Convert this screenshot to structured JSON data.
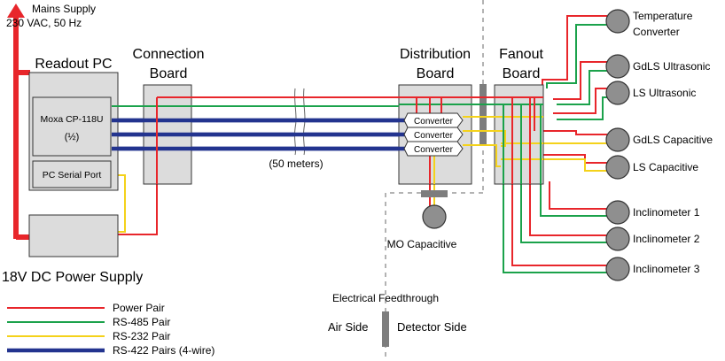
{
  "mains": {
    "line1": "Mains Supply",
    "line2": "230 VAC, 50 Hz"
  },
  "readout_pc": {
    "title": "Readout PC",
    "moxa_line1": "Moxa CP-118U",
    "moxa_line2": "(½)",
    "serial_port": "PC Serial Port"
  },
  "connection_board": {
    "line1": "Connection",
    "line2": "Board"
  },
  "cable_length": "(50 meters)",
  "distribution_board": {
    "line1": "Distribution",
    "line2": "Board"
  },
  "converters": [
    "Converter",
    "Converter",
    "Converter"
  ],
  "fanout_board": {
    "line1": "Fanout",
    "line2": "Board"
  },
  "mo_capacitive": "MO Capacitive",
  "power_supply": "18V DC Power Supply",
  "sensors": {
    "temperature_line1": "Temperature",
    "temperature_line2": "Converter",
    "gdls_ultrasonic": "GdLS Ultrasonic",
    "ls_ultrasonic": "LS Ultrasonic",
    "gdls_capacitive": "GdLS Capacitive",
    "ls_capacitive": "LS Capacitive",
    "inclinometer_1": "Inclinometer 1",
    "inclinometer_2": "Inclinometer 2",
    "inclinometer_3": "Inclinometer 3"
  },
  "legend": {
    "power": "Power Pair",
    "rs485": "RS-485 Pair",
    "rs232": "RS-232 Pair",
    "rs422": "RS-422 Pairs (4-wire)"
  },
  "feedthrough": {
    "title": "Electrical Feedthrough",
    "air_side": "Air Side",
    "detector_side": "Detector Side"
  },
  "colors": {
    "power": "#e8262b",
    "rs485": "#1ba24b",
    "rs232": "#f4d21b",
    "rs422": "#23348f",
    "box_fill": "#dcdcdc",
    "sensor_fill": "#8f8f8f",
    "feedthrough": "#7d7d7d"
  }
}
